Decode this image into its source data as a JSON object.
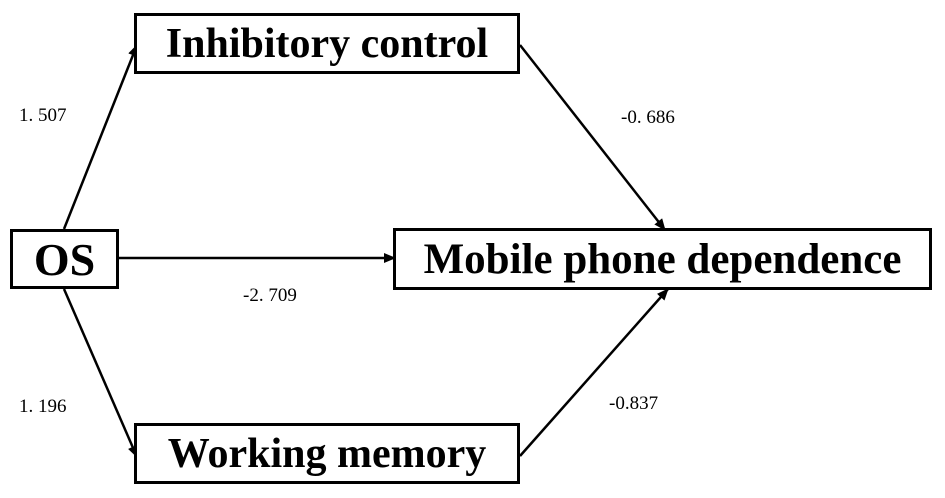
{
  "nodes": {
    "os": "OS",
    "inhibitory_control": "Inhibitory control",
    "working_memory": "Working memory",
    "mobile_phone_dependence": "Mobile phone dependence"
  },
  "coefficients": {
    "os_to_inhibitory_control": "1. 507",
    "os_to_working_memory": "1. 196",
    "inhibitory_control_to_mpd": "-0. 686",
    "working_memory_to_mpd": "-0.837",
    "os_to_mpd": "-2. 709"
  },
  "colors": {
    "line": "#000000",
    "background": "#ffffff"
  }
}
